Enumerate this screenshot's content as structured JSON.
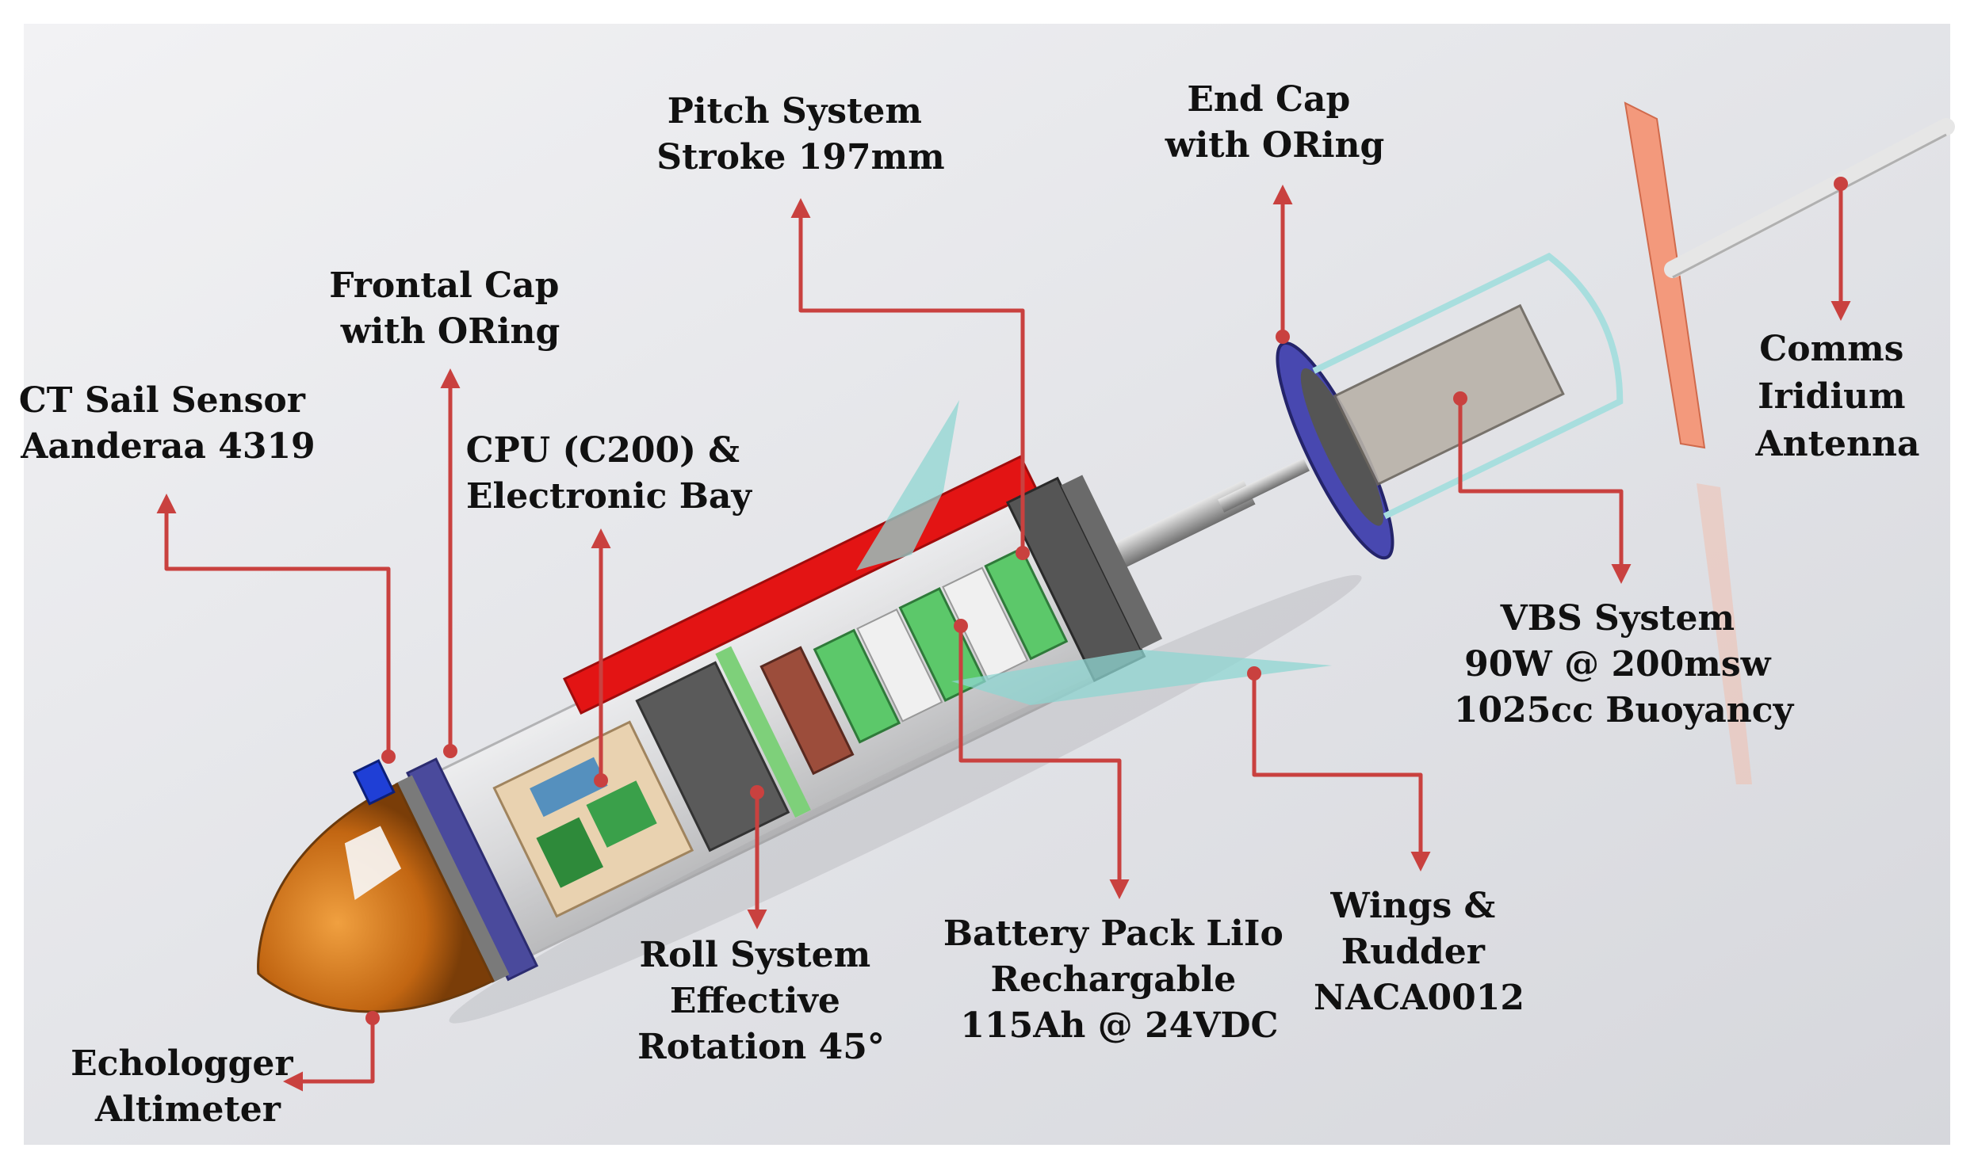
{
  "colors": {
    "callout": "#c9413f",
    "ct_sensor": "#1f3fd6",
    "nose": "#d97a1a",
    "end_rings": "#4040a8",
    "pitch_rail": "#e31414",
    "wings": "#8fd6d2",
    "antenna_fin": "#f3997c"
  },
  "labels": {
    "ct_sensor": [
      "CT Sail Sensor",
      "Aanderaa 4319"
    ],
    "frontal_cap": [
      "Frontal Cap",
      "with ORing"
    ],
    "cpu": [
      "CPU (C200) &",
      "Electronic Bay"
    ],
    "pitch": [
      "Pitch System",
      "Stroke 197mm"
    ],
    "end_cap": [
      "End Cap",
      "with ORing"
    ],
    "comms": [
      "Comms",
      "Iridium",
      "Antenna"
    ],
    "vbs": [
      "VBS System",
      "90W @ 200msw",
      "1025cc Buoyancy"
    ],
    "wings": [
      "Wings &",
      "Rudder",
      "NACA0012"
    ],
    "battery": [
      "Battery Pack LiIo",
      "Rechargable",
      "115Ah @ 24VDC"
    ],
    "roll": [
      "Roll System",
      "Effective",
      "Rotation 45°"
    ],
    "echologger": [
      "Echologger",
      "Altimeter"
    ]
  }
}
